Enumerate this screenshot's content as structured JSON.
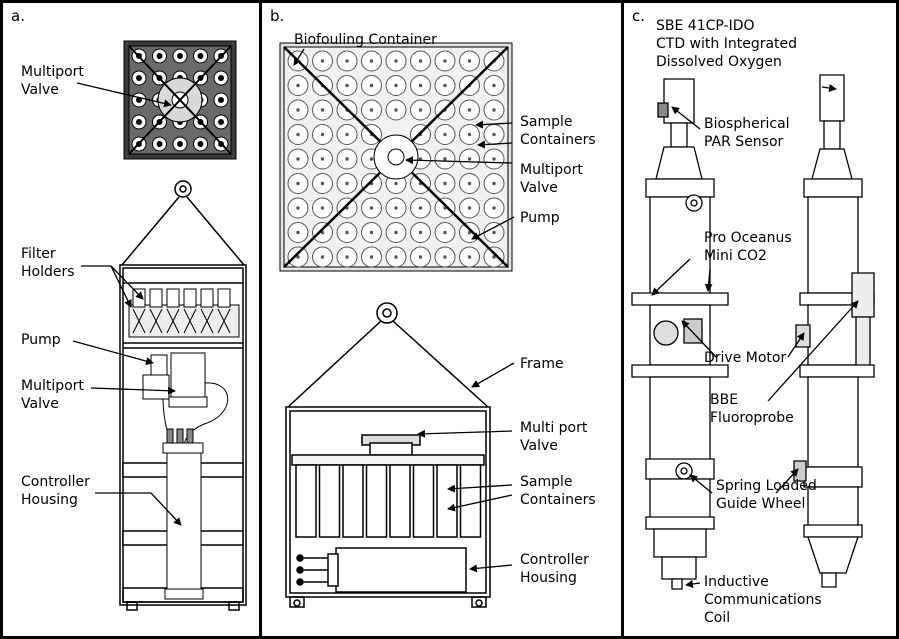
{
  "panels": [
    {
      "id": "a",
      "letter": "a.",
      "labels": {
        "multiport_valve_top": "Multiport\nValve",
        "filter_holders": "Filter\nHolders",
        "pump": "Pump",
        "multiport_valve": "Multiport\nValve",
        "controller_housing": "Controller\nHousing"
      }
    },
    {
      "id": "b",
      "letter": "b.",
      "labels": {
        "biofouling_container": "Biofouling Container",
        "sample_containers_top": "Sample\nContainers",
        "multiport_valve_top": "Multiport\nValve",
        "pump": "Pump",
        "frame": "Frame",
        "multiport_valve": "Multi port\nValve",
        "sample_containers": "Sample\nContainers",
        "controller_housing": "Controller\nHousing"
      }
    },
    {
      "id": "c",
      "letter": "c.",
      "labels": {
        "ctd": "SBE 41CP-IDO\nCTD with Integrated\nDissolved Oxygen",
        "par_sensor": "Biospherical\nPAR Sensor",
        "co2": "Pro Oceanus\nMini CO2",
        "drive_motor": "Drive Motor",
        "fluoroprobe": "BBE\nFluoroprobe",
        "guide_wheel": "Spring Loaded\nGuide Wheel",
        "comm_coil": "Inductive\nCommunications\nCoil"
      }
    }
  ],
  "colors": {
    "line": "#000000",
    "fill": "#ffffff",
    "shade": "#e6e6e6",
    "dark": "#555555"
  }
}
